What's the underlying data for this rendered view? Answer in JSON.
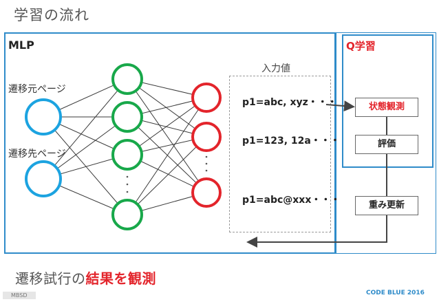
{
  "title": "学習の流れ",
  "mlp": {
    "label": "MLP",
    "input_nodes": [
      "遷移元ページ",
      "遷移先ページ"
    ],
    "input_values_label": "入力値",
    "input_values": [
      "p1=abc, xyz・・・",
      "p1=123, 12a・・・",
      "p1=abc@xxx・・・"
    ]
  },
  "q_learning": {
    "label": "Q学習",
    "observe_state": "状態観測",
    "evaluate": "評価",
    "update_weights": "重み更新"
  },
  "caption": {
    "prefix": "遷移試行の",
    "highlight": "結果を観測"
  },
  "footer": {
    "left": "MBSD",
    "right": "CODE BLUE 2016"
  },
  "colors": {
    "input_node": "#1ca3e0",
    "hidden_node": "#18a84a",
    "output_node": "#e3242b",
    "accent": "#e3242b",
    "frame": "#2e8bc9"
  }
}
